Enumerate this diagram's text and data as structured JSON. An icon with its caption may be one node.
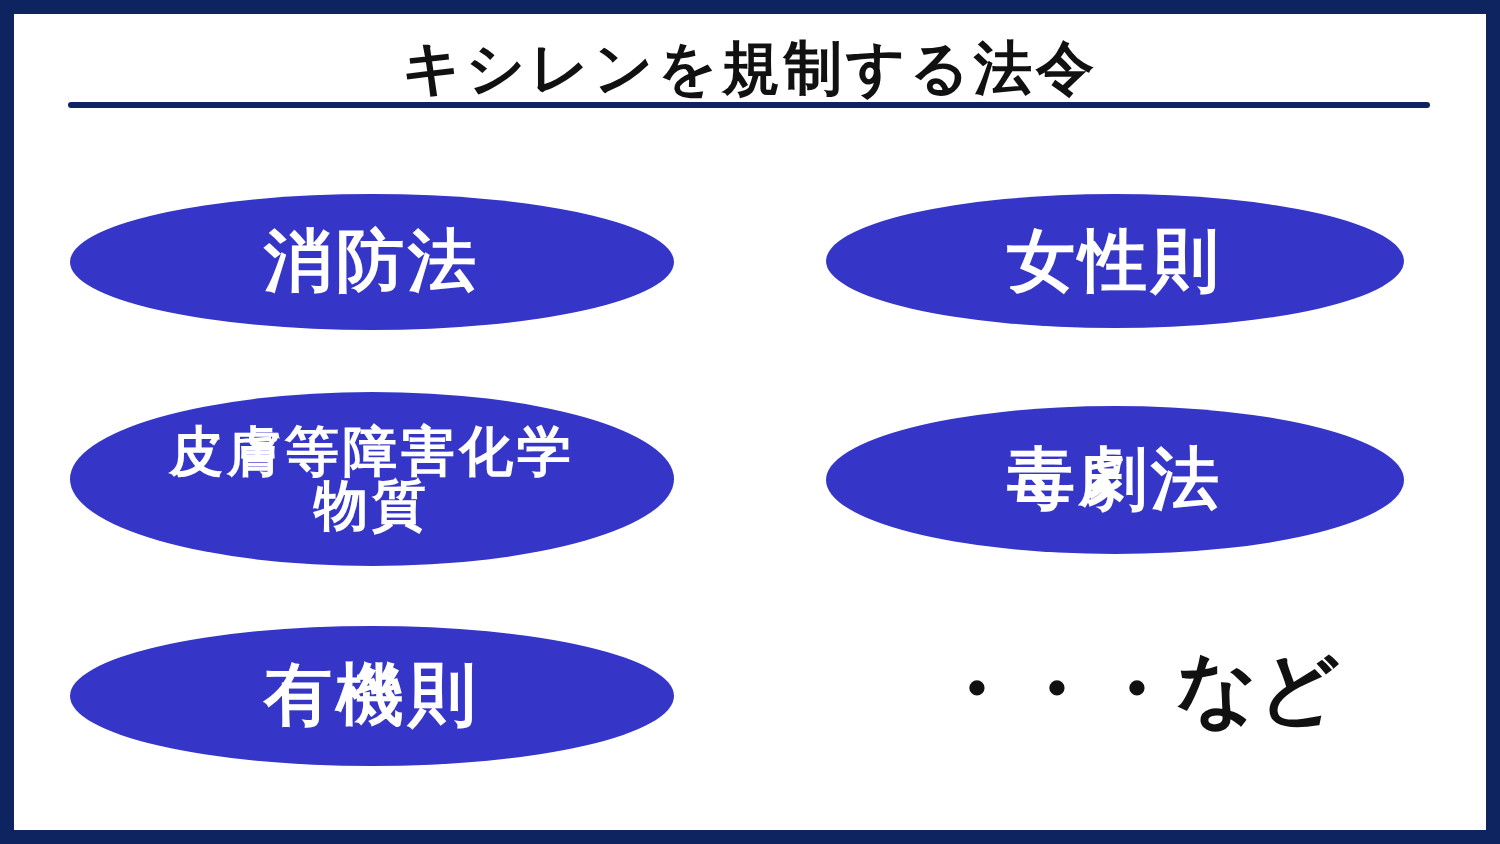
{
  "diagram": {
    "title": "キシレンを規制する法令",
    "nodes": [
      {
        "text": [
          "消防法"
        ]
      },
      {
        "text": [
          "女性則"
        ]
      },
      {
        "text": [
          "皮膚等障害化学物質"
        ]
      },
      {
        "text": [
          "毒劇法"
        ]
      },
      {
        "text": [
          "有機則"
        ]
      }
    ],
    "labels": [
      "・・・など"
    ]
  }
}
